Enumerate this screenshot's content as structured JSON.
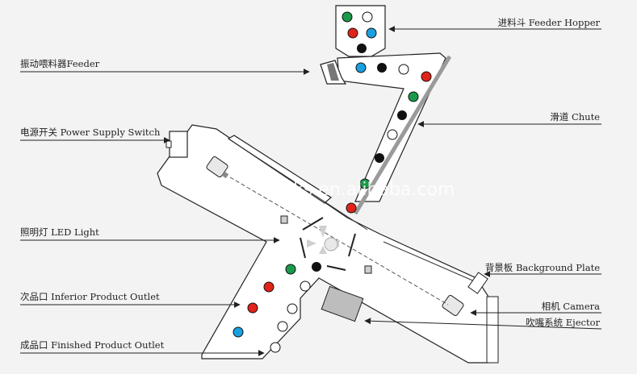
{
  "labels": {
    "feeder_hopper": "进料斗 Feeder Hopper",
    "feeder": "振动喂料器Feeder",
    "chute": "滑道 Chute",
    "power_supply_switch": "电源开关 Power Supply Switch",
    "led_light": "照明灯 LED Light",
    "background_plate": "背景板 Background Plate",
    "inferior_product_outlet": "次品口 Inferior Product Outlet",
    "camera": "相机 Camera",
    "ejector": "吹嘴系统 Ejector",
    "finished_product_outlet": "成品口 Finished Product Outlet"
  },
  "watermark": "hfsks.en.alibaba.com",
  "colors": {
    "green": "#1a9a4a",
    "red": "#e2231a",
    "blue": "#1aa0e0",
    "black": "#111111",
    "white": "#ffffff",
    "chute_bar": "#9a9a9a",
    "background": "#f3f3f4"
  }
}
